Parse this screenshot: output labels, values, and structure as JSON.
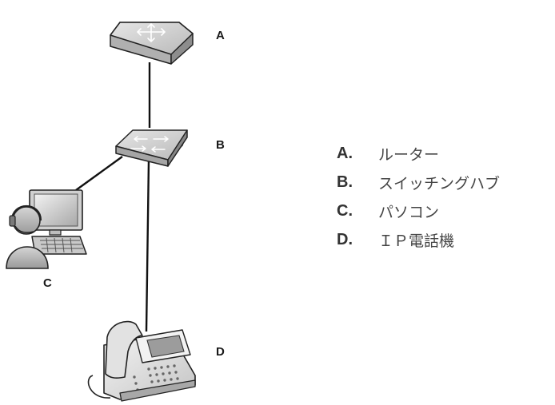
{
  "nodes": {
    "router": {
      "label": "A"
    },
    "switching_hub": {
      "label": "B"
    },
    "pc": {
      "label": "C"
    },
    "ip_phone": {
      "label": "D"
    }
  },
  "legend": {
    "items": [
      {
        "key": "A.",
        "text": "ルーター"
      },
      {
        "key": "B.",
        "text": "スイッチングハブ"
      },
      {
        "key": "C.",
        "text": "パソコン"
      },
      {
        "key": "D.",
        "text": "ＩＰ電話機"
      }
    ]
  },
  "icons": {
    "router": "router-icon",
    "switching_hub": "switching-hub-icon",
    "pc": "pc-with-headset-user-icon",
    "ip_phone": "ip-phone-icon"
  },
  "colors": {
    "line": "#111111",
    "device_light": "#d8d8d8",
    "device_mid": "#a9a9a9",
    "device_dark": "#6e6e6e"
  }
}
